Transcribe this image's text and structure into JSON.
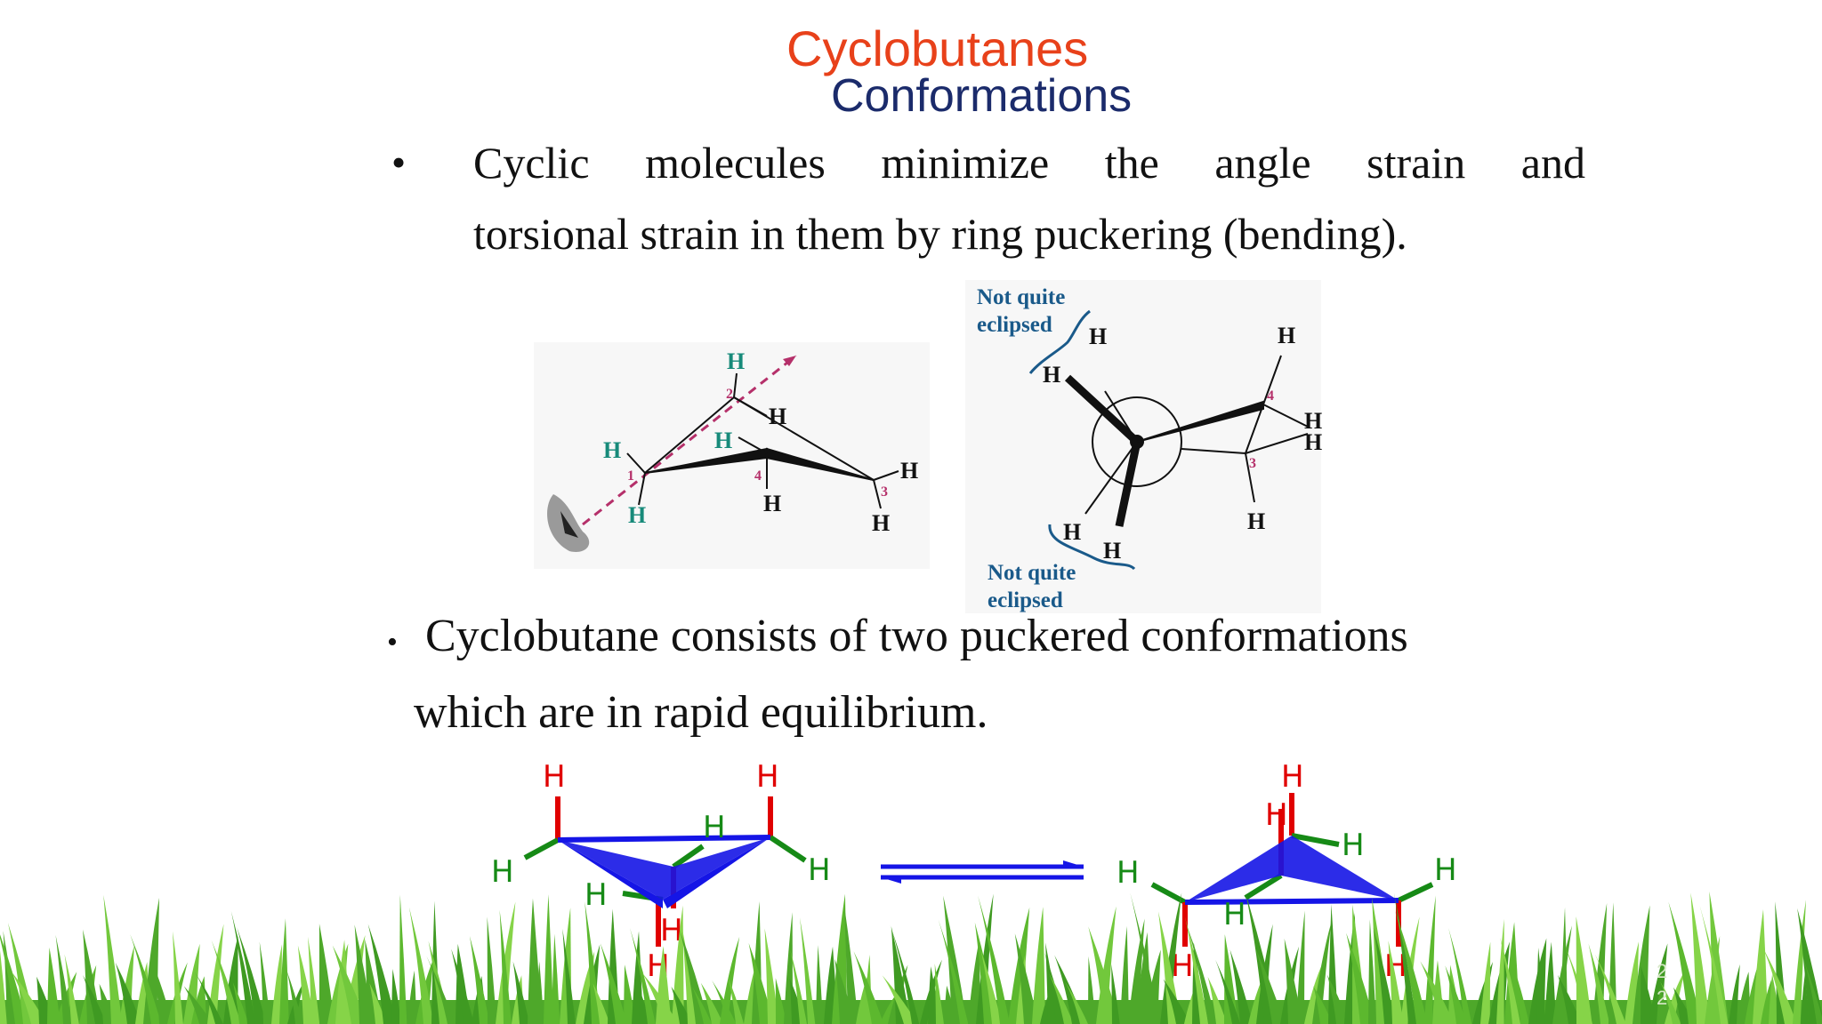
{
  "slide": {
    "title": "Cyclobutanes",
    "subtitle": "Conformations",
    "bullet1": {
      "marker": "•",
      "line1": "Cyclic molecules minimize the angle strain and",
      "line2": "torsional strain in them by ring puckering (bending)."
    },
    "bullet2": {
      "marker": "•",
      "line1": "Cyclobutane consists of two puckered conformations",
      "line2": "which are in rapid equilibrium."
    },
    "page_number_1": "2",
    "page_number_2": "2"
  },
  "figure1": {
    "atom_label": "H",
    "carbon_numbers": [
      "1",
      "2",
      "3",
      "4"
    ]
  },
  "figure2": {
    "annotation_top_1": "Not quite",
    "annotation_top_2": "eclipsed",
    "annotation_bottom_1": "Not quite",
    "annotation_bottom_2": "eclipsed",
    "atom_label": "H",
    "carbon_numbers": [
      "3",
      "4"
    ]
  },
  "equilibrium": {
    "atom_label": "H"
  },
  "colors": {
    "title": "#e8411a",
    "subtitle": "#1b2b6b",
    "hydrogen_axial": "#e00000",
    "hydrogen_equatorial": "#168a16",
    "ring_bond": "#1515e6",
    "grass": "#5cb82e",
    "annotation": "#1a5a8a"
  }
}
